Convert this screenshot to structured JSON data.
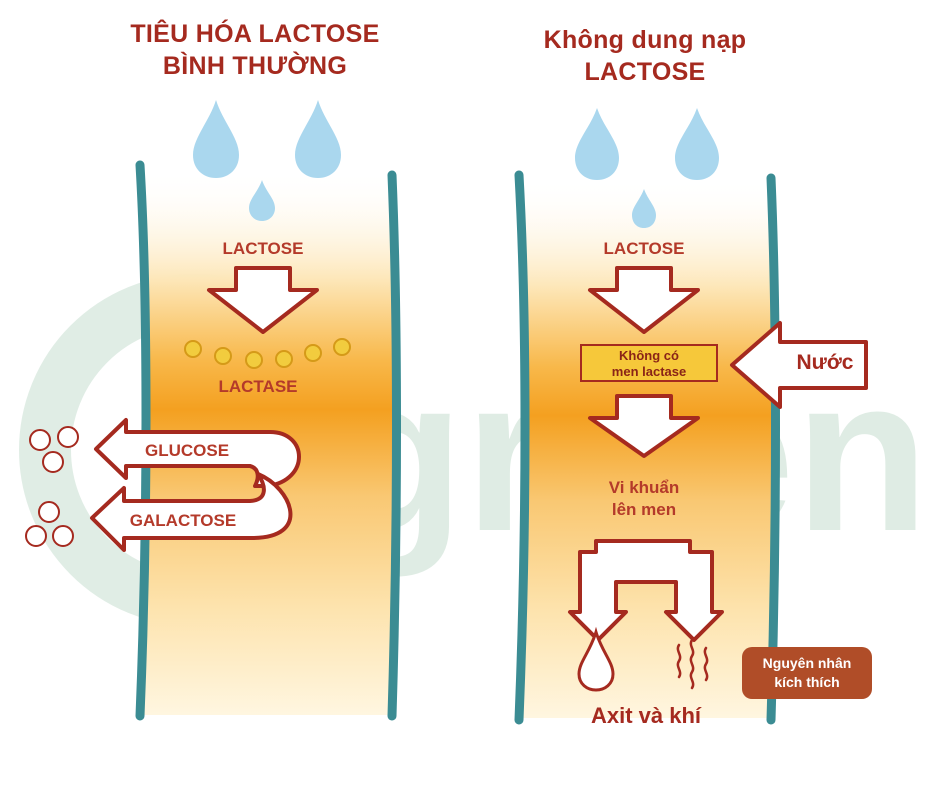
{
  "left_panel": {
    "title_line1": "TIÊU HÓA LACTOSE",
    "title_line2": "BÌNH THƯỜNG",
    "lactose_label": "LACTOSE",
    "lactase_label": "LACTASE",
    "glucose_label": "GLUCOSE",
    "galactose_label": "GALACTOSE"
  },
  "right_panel": {
    "title_line1": "Không dung nạp",
    "title_line2": "LACTOSE",
    "lactose_label": "LACTOSE",
    "no_enzyme_line1": "Không có",
    "no_enzyme_line2": "men lactase",
    "water_label": "Nước",
    "bacteria_line1": "Vi khuẩn",
    "bacteria_line2": "lên men",
    "acid_gas_label": "Axit và khí",
    "cause_line1": "Nguyên nhân",
    "cause_line2": "kích thích"
  },
  "watermark": "green",
  "colors": {
    "title_red": "#a52a1f",
    "tube_teal": "#3b8c93",
    "orange_fill": "#f7a326",
    "drop_blue": "#aad7ee",
    "badge_brown": "#b04d28"
  }
}
